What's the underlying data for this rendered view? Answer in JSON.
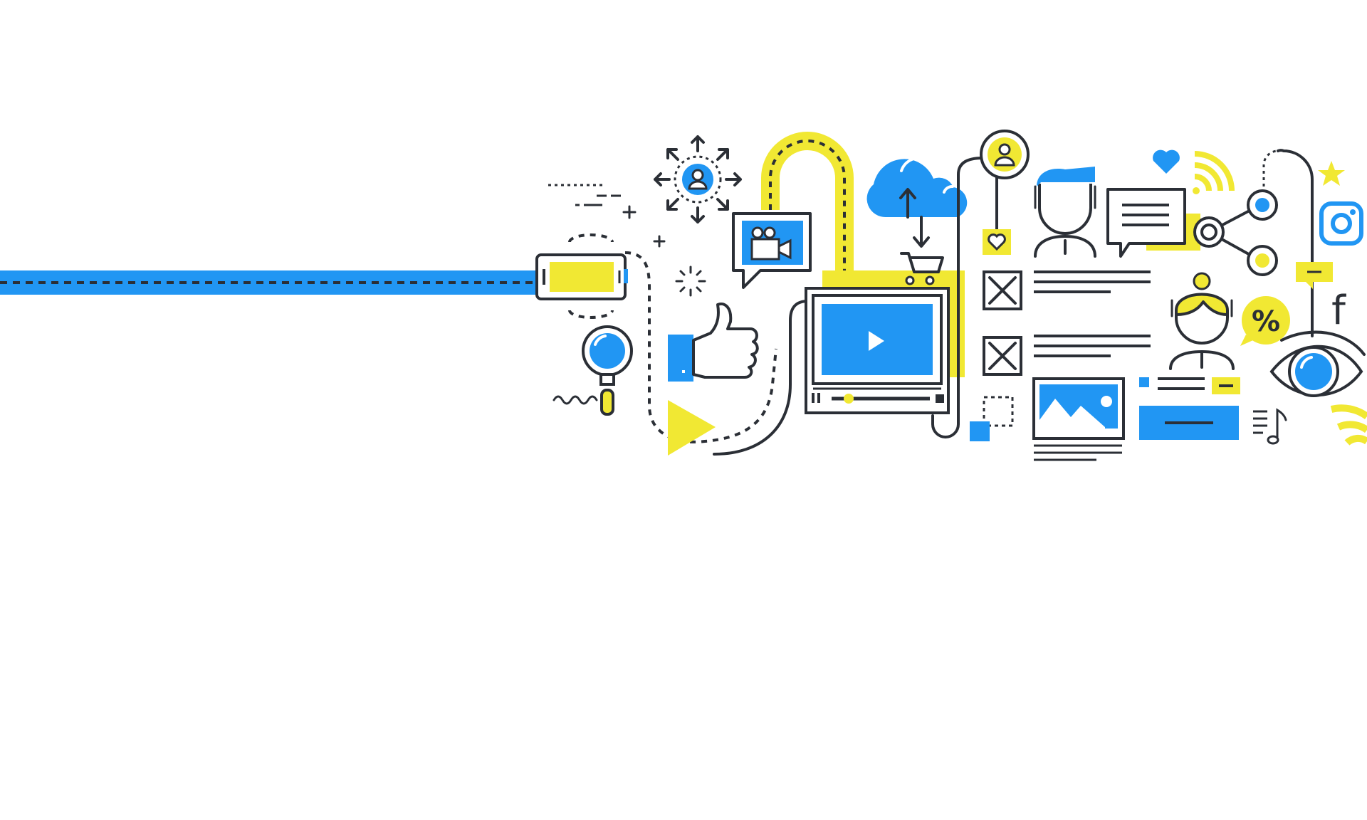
{
  "canvas": {
    "background": "#ffffff"
  },
  "palette": {
    "blue": "#2196F3",
    "yellow": "#F1E833",
    "dark": "#2B2F36",
    "white": "#ffffff"
  },
  "illustration": {
    "theme": "digital-marketing-line-art",
    "icons": [
      "battery-cable",
      "magnifier-icon",
      "share-user-icon",
      "video-chat-bubble-icon",
      "thumbs-up-icon",
      "play-triangle",
      "video-player-icon",
      "cloud-upload-icon",
      "shopping-cart-icon",
      "user-avatar-icon",
      "heart-tag-icon",
      "placeholder-image-icons",
      "man-avatar-icon",
      "chat-bubble-icon",
      "heart-icon",
      "wifi-icon",
      "share-network-icon",
      "star-icon",
      "instagram-icon",
      "facebook-icon",
      "woman-avatar-icon",
      "percent-badge-icon",
      "eye-icon",
      "music-note-icon",
      "photo-frame-icon",
      "wifi-corner-icon"
    ]
  },
  "texts": {
    "percent_symbol": "%",
    "facebook_letter": "f"
  }
}
